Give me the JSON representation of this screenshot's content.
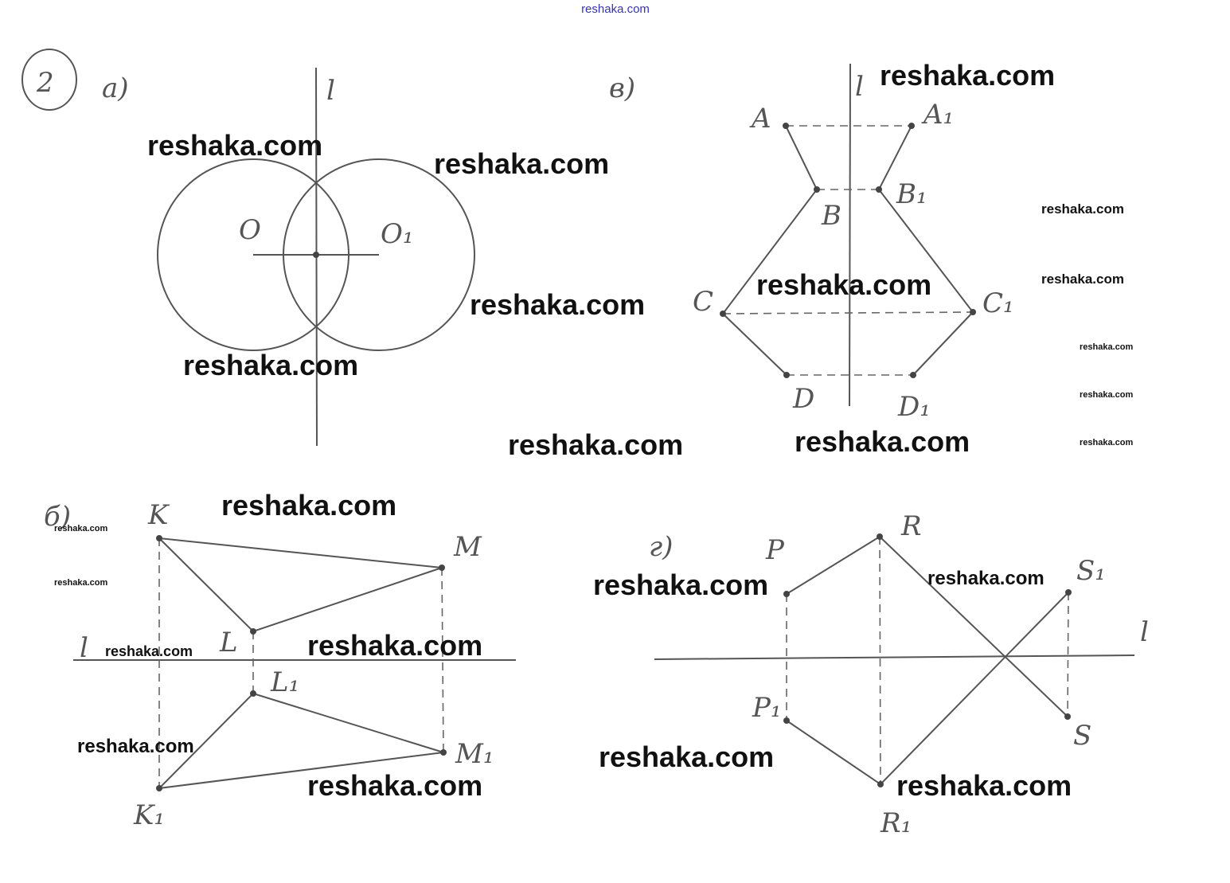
{
  "watermark": "reshaka.com",
  "task_number": "2",
  "parts": {
    "a": {
      "label": "а)",
      "axis": "l",
      "points": {
        "O": "O",
        "O1": "O₁"
      }
    },
    "v": {
      "label": "в)",
      "axis": "l",
      "points": {
        "A": "A",
        "A1": "A₁",
        "B": "B",
        "B1": "B₁",
        "C": "C",
        "C1": "C₁",
        "D": "D",
        "D1": "D₁"
      }
    },
    "b": {
      "label": "б)",
      "axis": "l",
      "points": {
        "K": "K",
        "M": "M",
        "L": "L",
        "L1": "L₁",
        "M1": "M₁",
        "K1": "K₁"
      }
    },
    "g": {
      "label": "г)",
      "axis": "l",
      "points": {
        "P": "P",
        "R": "R",
        "S1": "S₁",
        "S": "S",
        "P1": "P₁",
        "R1": "R₁"
      }
    }
  }
}
